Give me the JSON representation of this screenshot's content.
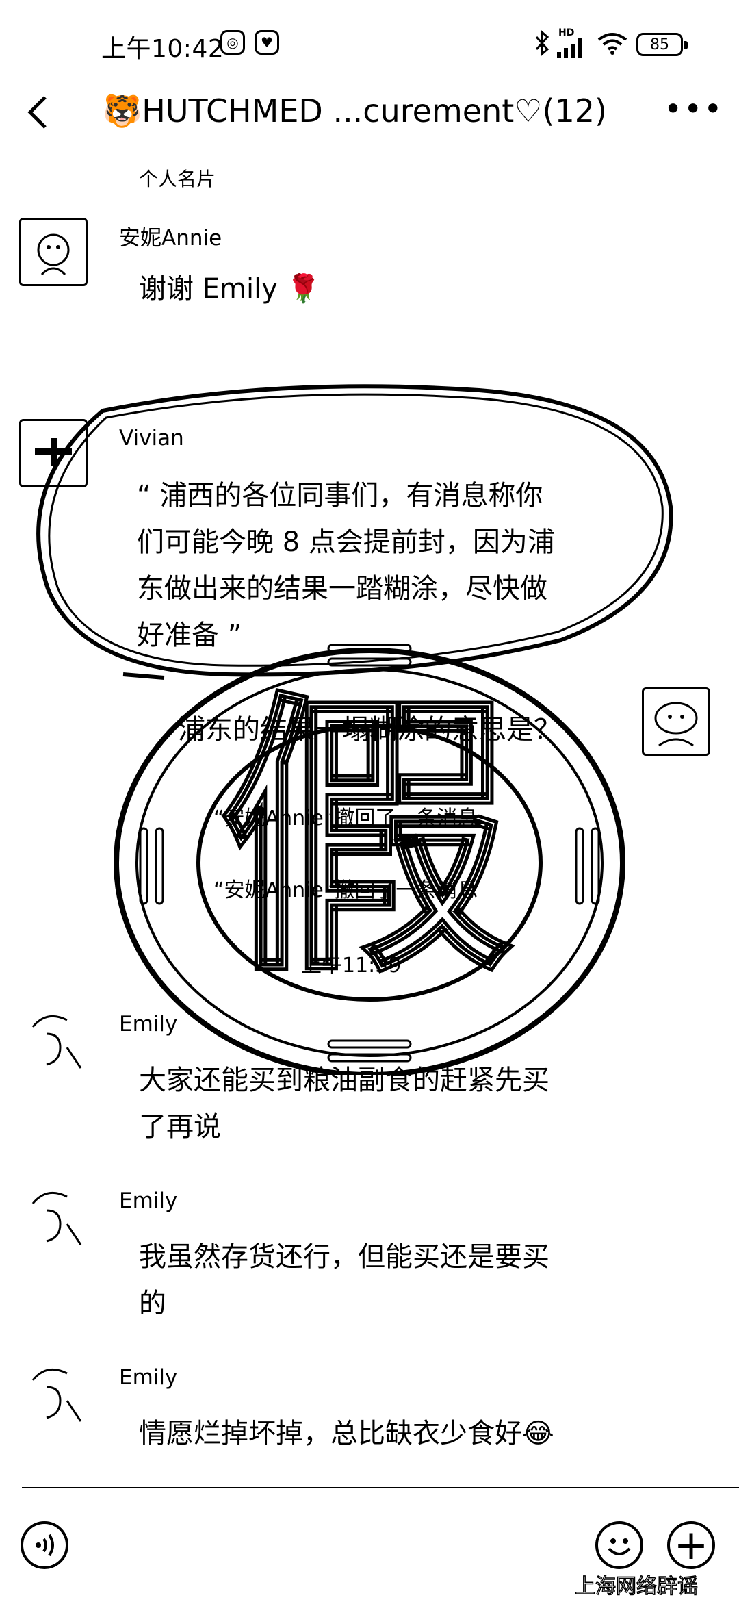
{
  "status_bar": {
    "time": "上午10:42",
    "network": "HD",
    "battery": "85"
  },
  "header": {
    "back_icon": "chevron-left-icon",
    "title": "🐯HUTCHMED ...curement♡(12)",
    "more_icon": "more-dots-icon"
  },
  "chat": {
    "card_label": "个人名片",
    "messages": [
      {
        "sender": "安妮Annie",
        "text": "谢谢 Emily 🌹"
      },
      {
        "sender": "Vivian",
        "text_lines": [
          "“ 浦西的各位同事们，有消息称你",
          "们可能今晚 8 点会提前封，因为浦",
          "东做出来的结果一踏糊涂，尽快做",
          "好准备 ”"
        ]
      },
      {
        "text": "浦东的结果一塌糊涂的意思是？"
      },
      {
        "system": "“安妮Annie”撤回了一条消息"
      },
      {
        "system": "“安妮Annie”撤回了一条消息"
      },
      {
        "timestamp": "上午11:39"
      },
      {
        "sender": "Emily",
        "text_lines": [
          "大家还能买到粮油副食的赶紧先买",
          "了再说"
        ]
      },
      {
        "sender": "Emily",
        "text_lines": [
          "我虽然存货还行，但能买还是要买",
          "的"
        ]
      },
      {
        "sender": "Emily",
        "text": "情愿烂掉坏掉，总比缺衣少食好😂"
      }
    ]
  },
  "stamp": {
    "glyph": "假"
  },
  "bottom_bar": {
    "voice_icon": "voice-icon",
    "emoji_icon": "emoji-icon",
    "plus_icon": "plus-icon",
    "watermark": "上海网络辟谣"
  },
  "colors": {
    "ink": "#000000",
    "background": "#ffffff"
  }
}
